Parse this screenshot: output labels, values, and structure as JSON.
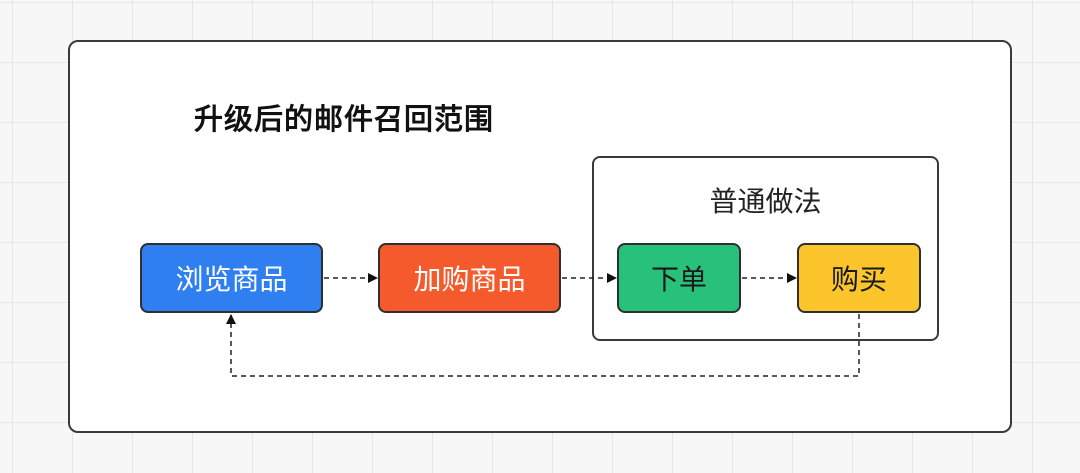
{
  "diagram": {
    "title": "升级后的邮件召回范围",
    "group_label": "普通做法",
    "nodes": {
      "browse": "浏览商品",
      "cart": "加购商品",
      "order": "下单",
      "buy": "购买"
    },
    "colors": {
      "browse": "#2f7ff0",
      "cart": "#f55a2c",
      "order": "#27c17c",
      "buy": "#fbc52b"
    },
    "edges": [
      {
        "from": "browse",
        "to": "cart",
        "style": "dashed"
      },
      {
        "from": "cart",
        "to": "order",
        "style": "dashed"
      },
      {
        "from": "order",
        "to": "buy",
        "style": "dashed"
      },
      {
        "from": "buy",
        "to": "browse",
        "style": "dashed"
      }
    ]
  }
}
